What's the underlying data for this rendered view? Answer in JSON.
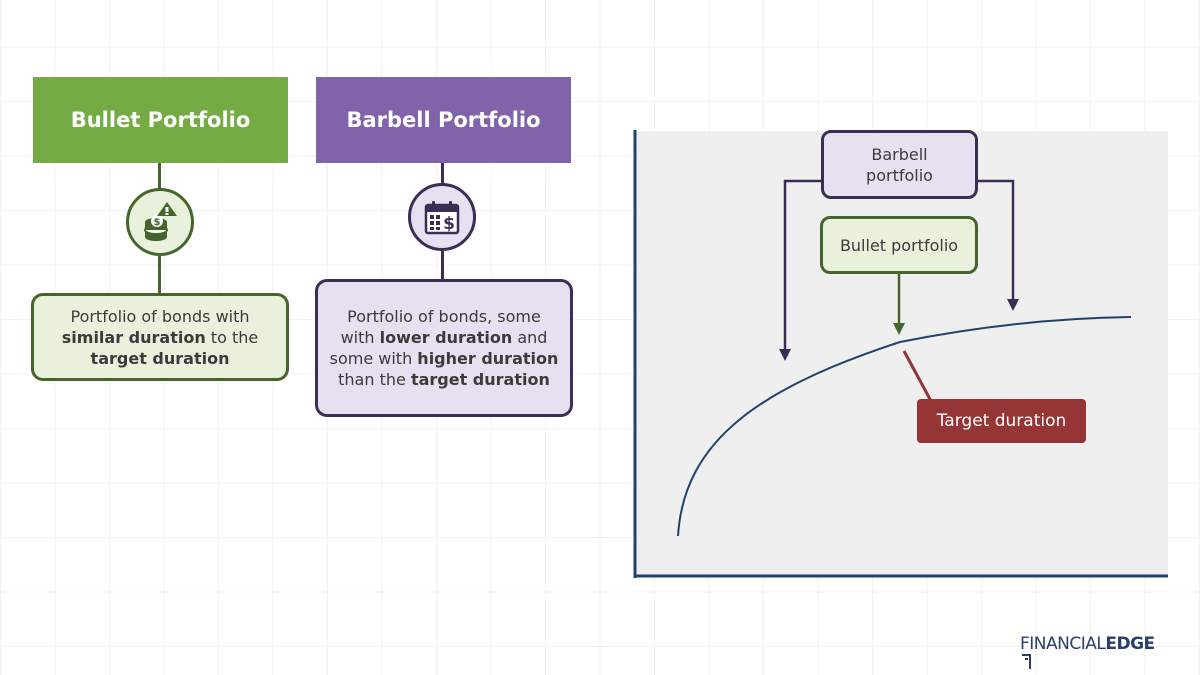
{
  "left": {
    "bullet": {
      "title": "Bullet Portfolio",
      "icon": "coins-arrow-icon",
      "desc_parts": [
        "Portfolio of bonds with ",
        "similar duration",
        " to the ",
        "target duration"
      ]
    },
    "barbell": {
      "title": "Barbell Portfolio",
      "icon": "calendar-dollar-icon",
      "desc_parts": [
        "Portfolio of bonds, some with ",
        "lower duration",
        " and some with ",
        "higher duration",
        " than the ",
        "target duration"
      ]
    }
  },
  "chart": {
    "barbell_label_line1": "Barbell",
    "barbell_label_line2": "portfolio",
    "bullet_label": "Bullet portfolio",
    "target_label": "Target duration"
  },
  "logo": {
    "part1": "FINANCIAL",
    "part2": "EDGE"
  },
  "colors": {
    "bullet_green": "#75ab44",
    "bullet_dark": "#46652c",
    "bullet_light": "#e9f1dd",
    "barbell_purple": "#8063a8",
    "barbell_dark": "#3c2d55",
    "barbell_light": "#e6e0f1",
    "axis_navy": "#22426e",
    "target_red": "#963535"
  }
}
